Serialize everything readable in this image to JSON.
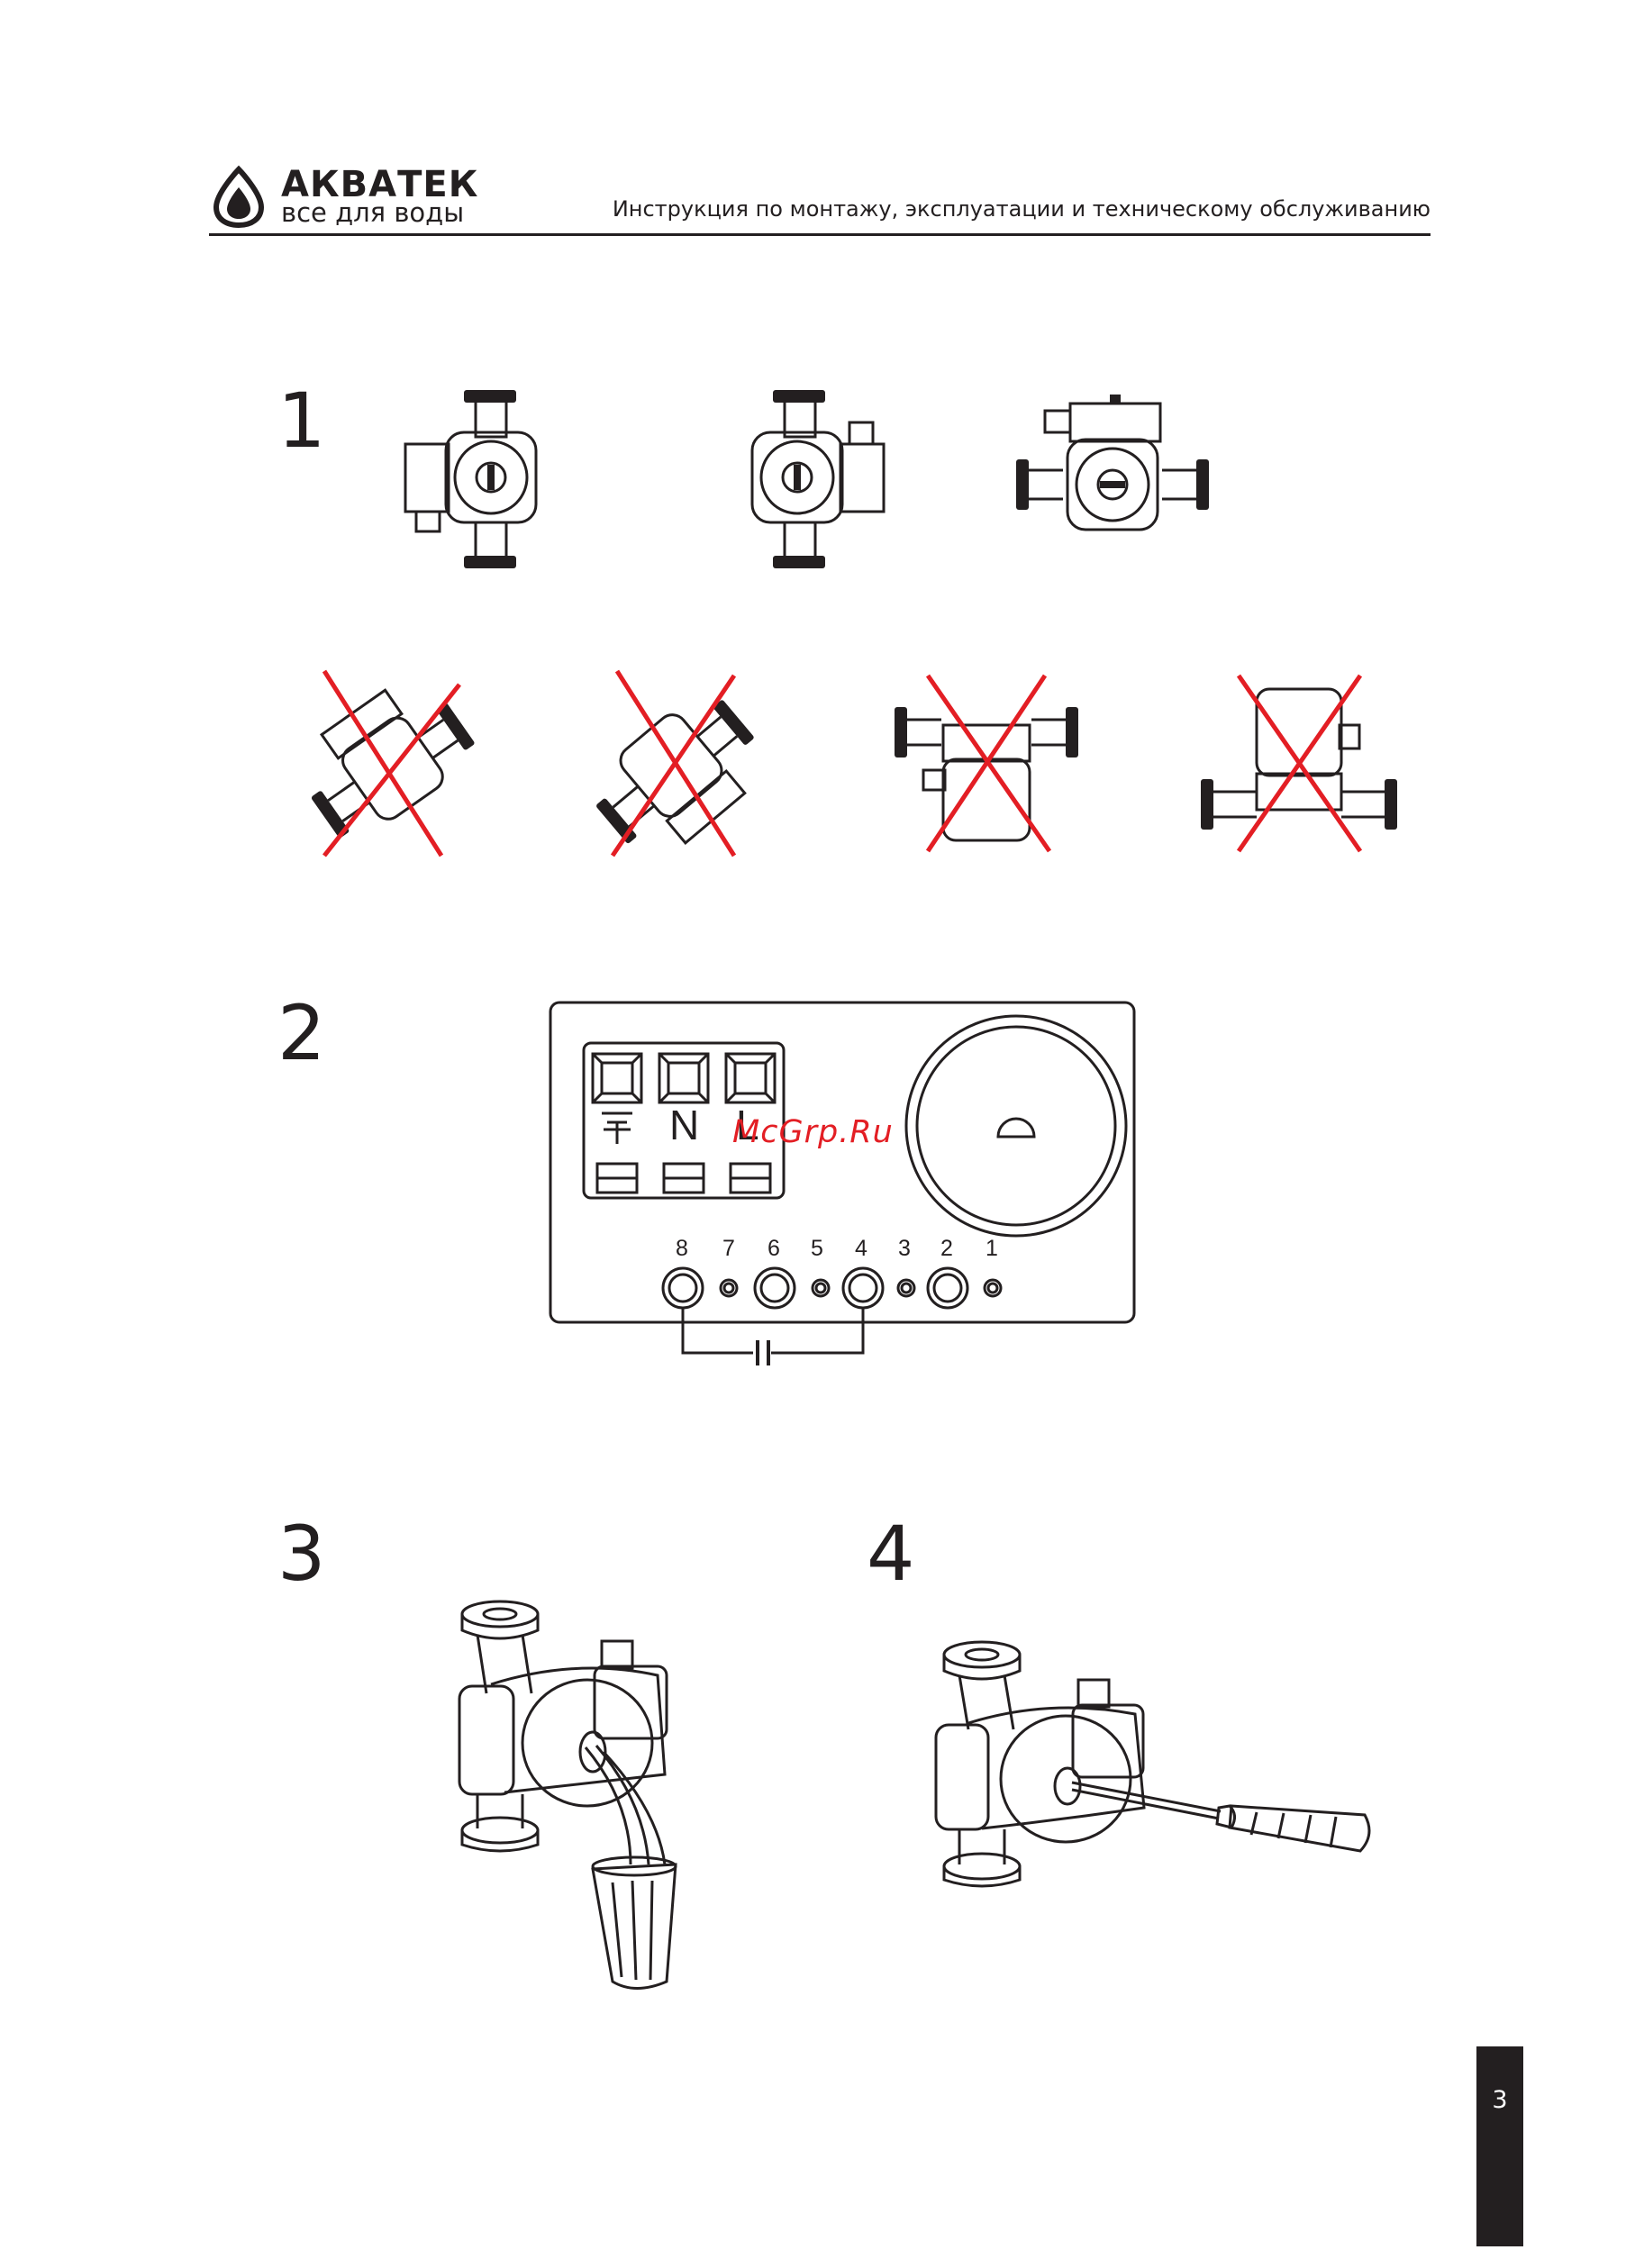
{
  "header": {
    "brand": "АКВАТЕК",
    "tagline": "все для воды",
    "title": "Инструкция по монтажу, эксплуатации и техническому обслуживанию"
  },
  "sections": {
    "step1": "1",
    "step2": "2",
    "step3": "3",
    "step4": "4"
  },
  "terminal_block": {
    "labels": [
      "N",
      "L"
    ],
    "holes": [
      "8",
      "7",
      "6",
      "5",
      "4",
      "3",
      "2",
      "1"
    ]
  },
  "watermark": "McGrp.Ru",
  "page_number": "3",
  "colors": {
    "ink": "#231f20",
    "cross": "#e31e24"
  },
  "icons": [
    "water-drop-logo-icon",
    "ground-icon",
    "screwdriver-icon"
  ]
}
